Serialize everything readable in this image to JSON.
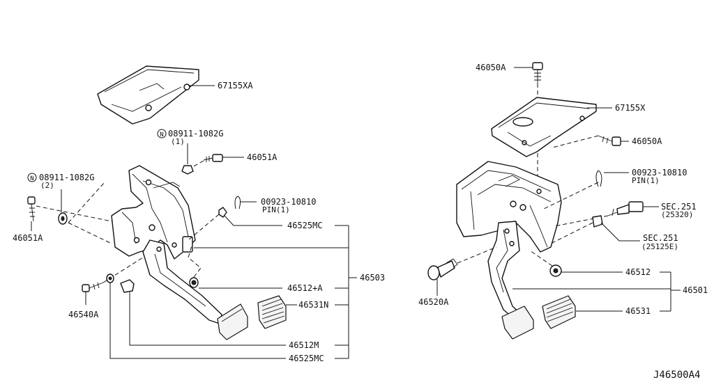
{
  "diagram": {
    "drawing_code": "J46500A4",
    "left_assembly": {
      "labels": {
        "bracket": "67155XA",
        "nut_upper": "08911-1082G",
        "nut_upper_qty": "(1)",
        "bolt_upper": "46051A",
        "nut_left": "08911-1082G",
        "nut_left_qty": "(2)",
        "bolt_left": "46051A",
        "pin": "00923-10810",
        "pin_qty": "PIN(1)",
        "clip_top": "46525MC",
        "stopper": "46512+A",
        "assembly": "46503",
        "pad": "46531N",
        "bolt_lower": "46540A",
        "stopper_lower": "46512M",
        "clip_bottom": "46525MC"
      }
    },
    "right_assembly": {
      "labels": {
        "bolt_top": "46050A",
        "bracket": "67155X",
        "bolt_side": "46050A",
        "pin": "00923-10810",
        "pin_qty": "PIN(1)",
        "switch1": "SEC.251",
        "switch1_sub": "(25320)",
        "switch2": "SEC.251",
        "switch2_sub": "(25125E)",
        "stopper": "46512",
        "assembly": "46501",
        "pad": "46531",
        "bolt_pivot": "46520A"
      }
    }
  }
}
